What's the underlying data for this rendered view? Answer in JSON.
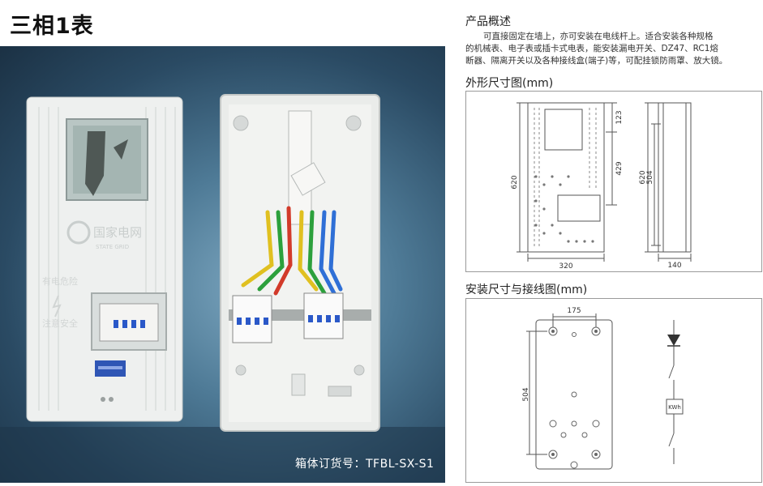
{
  "product_title": "三相1表",
  "photo": {
    "caption": "箱体订货号：TFBL-SX-S1",
    "logo_text": "国家电网",
    "logo_sub": "STATE GRID",
    "warning_line1": "有电危险",
    "warning_line2": "注意安全"
  },
  "overview": {
    "heading": "产品概述",
    "line1": "可直接固定在墙上，亦可安装在电线杆上。适合安装各种规格",
    "line2": "的机械表、电子表或插卡式电表，能安装漏电开关、DZ47、RC1熔",
    "line3": "断器、隔离开关以及各种接线盒(端子)等，可配挂锁防雨罩、放大镜。"
  },
  "outline": {
    "heading": "外形尺寸图(mm)",
    "dim_height": "620",
    "dim_top": "123",
    "dim_middle": "429",
    "dim_width": "320",
    "dim_side_height": "620",
    "dim_side_inner": "504",
    "dim_depth": "140"
  },
  "install": {
    "heading": "安装尺寸与接线图(mm)",
    "dim_width": "175",
    "dim_height": "504",
    "meter_label": "KWh"
  }
}
